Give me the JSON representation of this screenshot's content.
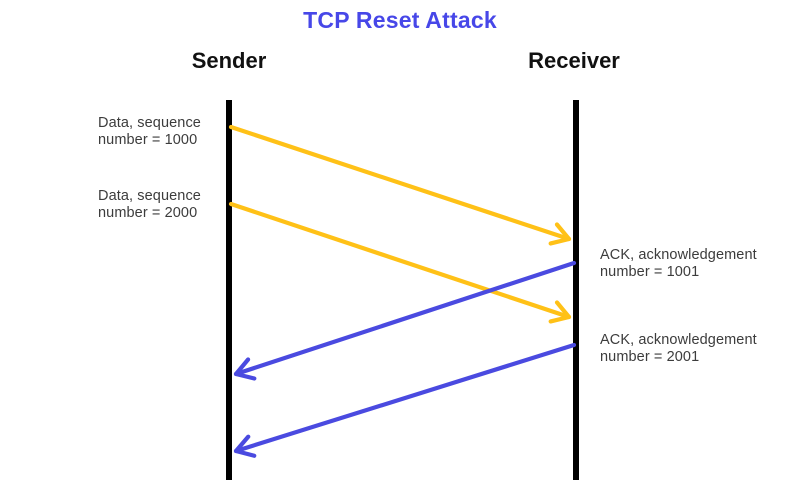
{
  "title": "TCP Reset Attack",
  "colors": {
    "title": "#4747e8",
    "data_arrow": "#ffc117",
    "ack_arrow": "#4a4ae0",
    "lifeline": "#000000",
    "label_text": "#3c3c3c"
  },
  "actors": [
    {
      "name": "Sender"
    },
    {
      "name": "Receiver"
    }
  ],
  "messages": [
    {
      "type": "data",
      "from": "Sender",
      "to": "Receiver",
      "label_line1": "Data, sequence",
      "label_line2": "number = 1000"
    },
    {
      "type": "data",
      "from": "Sender",
      "to": "Receiver",
      "label_line1": "Data, sequence",
      "label_line2": "number = 2000"
    },
    {
      "type": "ack",
      "from": "Receiver",
      "to": "Sender",
      "label_line1": "ACK, acknowledgement",
      "label_line2": "number = 1001"
    },
    {
      "type": "ack",
      "from": "Receiver",
      "to": "Sender",
      "label_line1": "ACK, acknowledgement",
      "label_line2": "number = 2001"
    }
  ]
}
